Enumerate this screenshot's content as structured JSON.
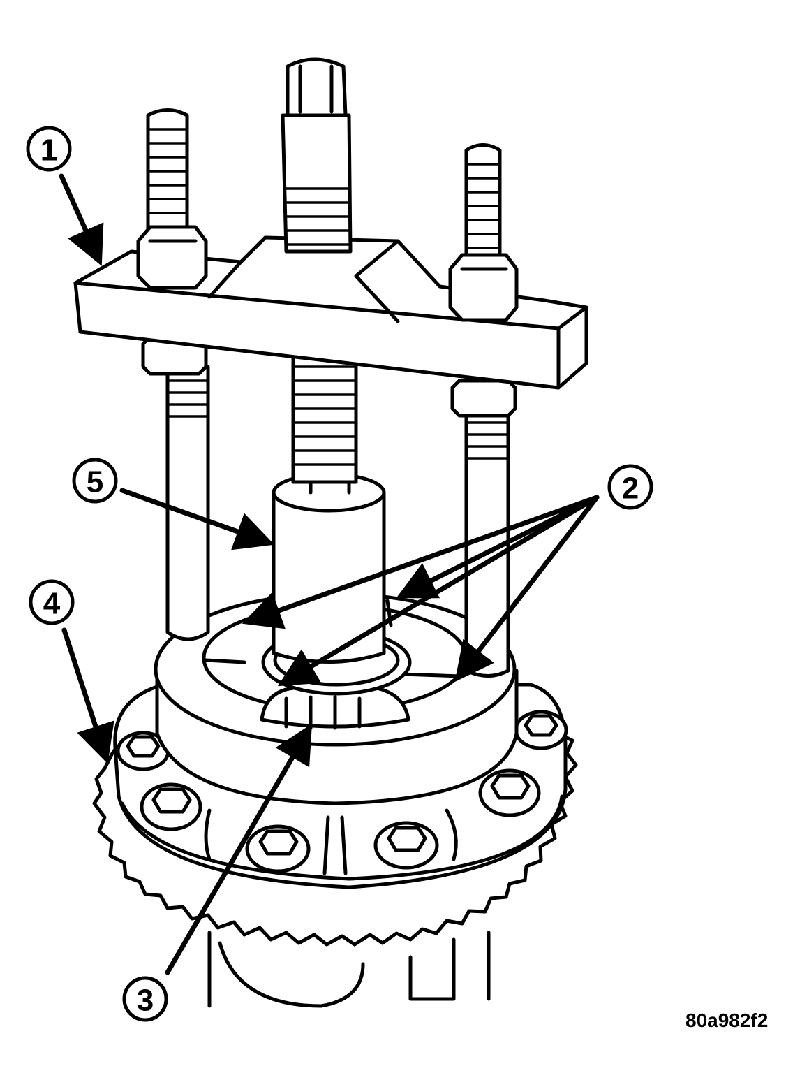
{
  "figure": {
    "id_label": "80a982f2"
  },
  "callouts": [
    {
      "number": "1"
    },
    {
      "number": "2"
    },
    {
      "number": "3"
    },
    {
      "number": "4"
    },
    {
      "number": "5"
    }
  ]
}
